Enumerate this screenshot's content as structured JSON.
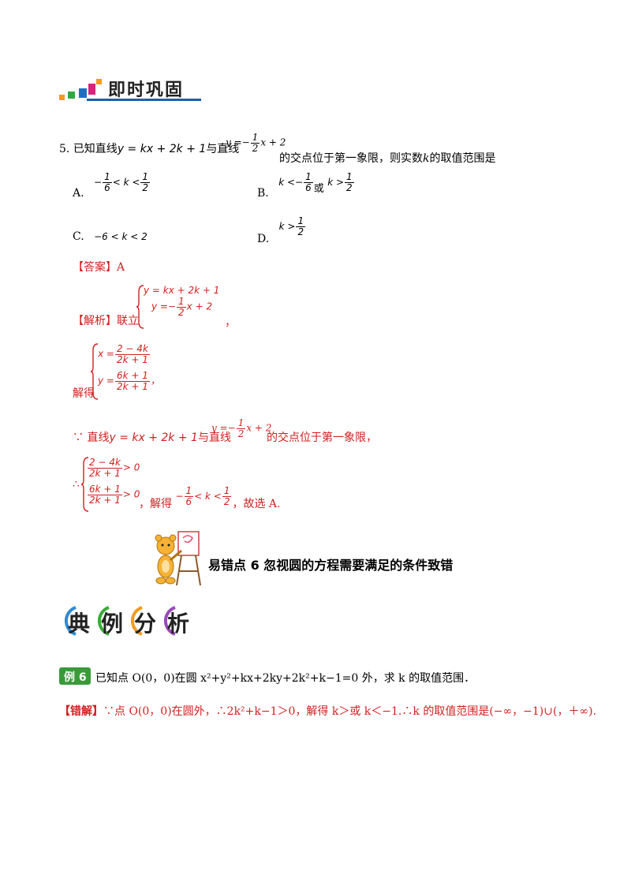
{
  "header": {
    "title": "即时巩固"
  },
  "q5": {
    "number": "5.",
    "text_a": "已知直线",
    "eq1": "y = kx + 2k + 1",
    "text_b": "与直线",
    "eq2_pre": "y =−",
    "eq2_num": "1",
    "eq2_den": "2",
    "eq2_post": "x + 2",
    "text_c": "的交点位于第一象限，则实数",
    "var_k": "k",
    "text_d": "的取值范围是",
    "options": {
      "a_label": "A.",
      "a_pre": "−",
      "a_n1": "1",
      "a_d1": "6",
      "a_mid": "< k <",
      "a_n2": "1",
      "a_d2": "2",
      "b_label": "B.",
      "b_pre": "k <−",
      "b_n1": "1",
      "b_d1": "6",
      "b_or": "或",
      "b_mid": "k >",
      "b_n2": "1",
      "b_d2": "2",
      "c_label": "C.",
      "c_text": "−6 < k < 2",
      "d_label": "D.",
      "d_pre": "k >",
      "d_n": "1",
      "d_d": "2"
    },
    "answer_label": "【答案】A",
    "analysis_label": "【解析】联立",
    "sys1_line1": "y = kx + 2k + 1",
    "sys1_line2_pre": "y =−",
    "sys1_line2_num": "1",
    "sys1_line2_den": "2",
    "sys1_line2_post": "x + 2",
    "sys1_tail": "，",
    "solve_label": "解得",
    "sys2_x": "x =",
    "sys2_x_num": "2 − 4k",
    "sys2_x_den": "2k + 1",
    "sys2_y": "y =",
    "sys2_y_num": "6k + 1",
    "sys2_y_den": "2k + 1",
    "sys2_tail": "，",
    "because_pre": "∵ 直线",
    "because_eq1": "y = kx + 2k + 1",
    "because_mid": "与直线",
    "because_eq2_pre": "y =−",
    "because_eq2_num": "1",
    "because_eq2_den": "2",
    "because_eq2_post": "x + 2",
    "because_post": "的交点位于第一象限，",
    "therefore": "∴",
    "ineq1_num": "2 − 4k",
    "ineq1_den": "2k + 1",
    "ineq1_rel": "> 0",
    "ineq2_num": "6k + 1",
    "ineq2_den": "2k + 1",
    "ineq2_rel": "> 0",
    "solve2": "，解得",
    "res_pre": "−",
    "res_n1": "1",
    "res_d1": "6",
    "res_mid": "< k <",
    "res_n2": "1",
    "res_d2": "2",
    "res_post": "，故选 A."
  },
  "section": {
    "title": "易错点 6  忽视圆的方程需要满足的条件致错"
  },
  "banner": {
    "c1": "典",
    "c2": "例",
    "c3": "分",
    "c4": "析"
  },
  "example": {
    "badge": "例 6",
    "text": "已知点 O(0，0)在圆 x²+y²+kx+2ky+2k²+k−1=0 外，求 k 的取值范围．"
  },
  "wrong": {
    "label": "【错解】",
    "text": "∵点 O(0，0)在圆外，∴2k²+k−1＞0，解得 k＞或 k＜−1.∴k 的取值范围是(−∞，−1)∪(，＋∞)."
  },
  "colors": {
    "red": "#d02020",
    "green": "#3a9a3a",
    "header_bar": "#1a60b0"
  }
}
